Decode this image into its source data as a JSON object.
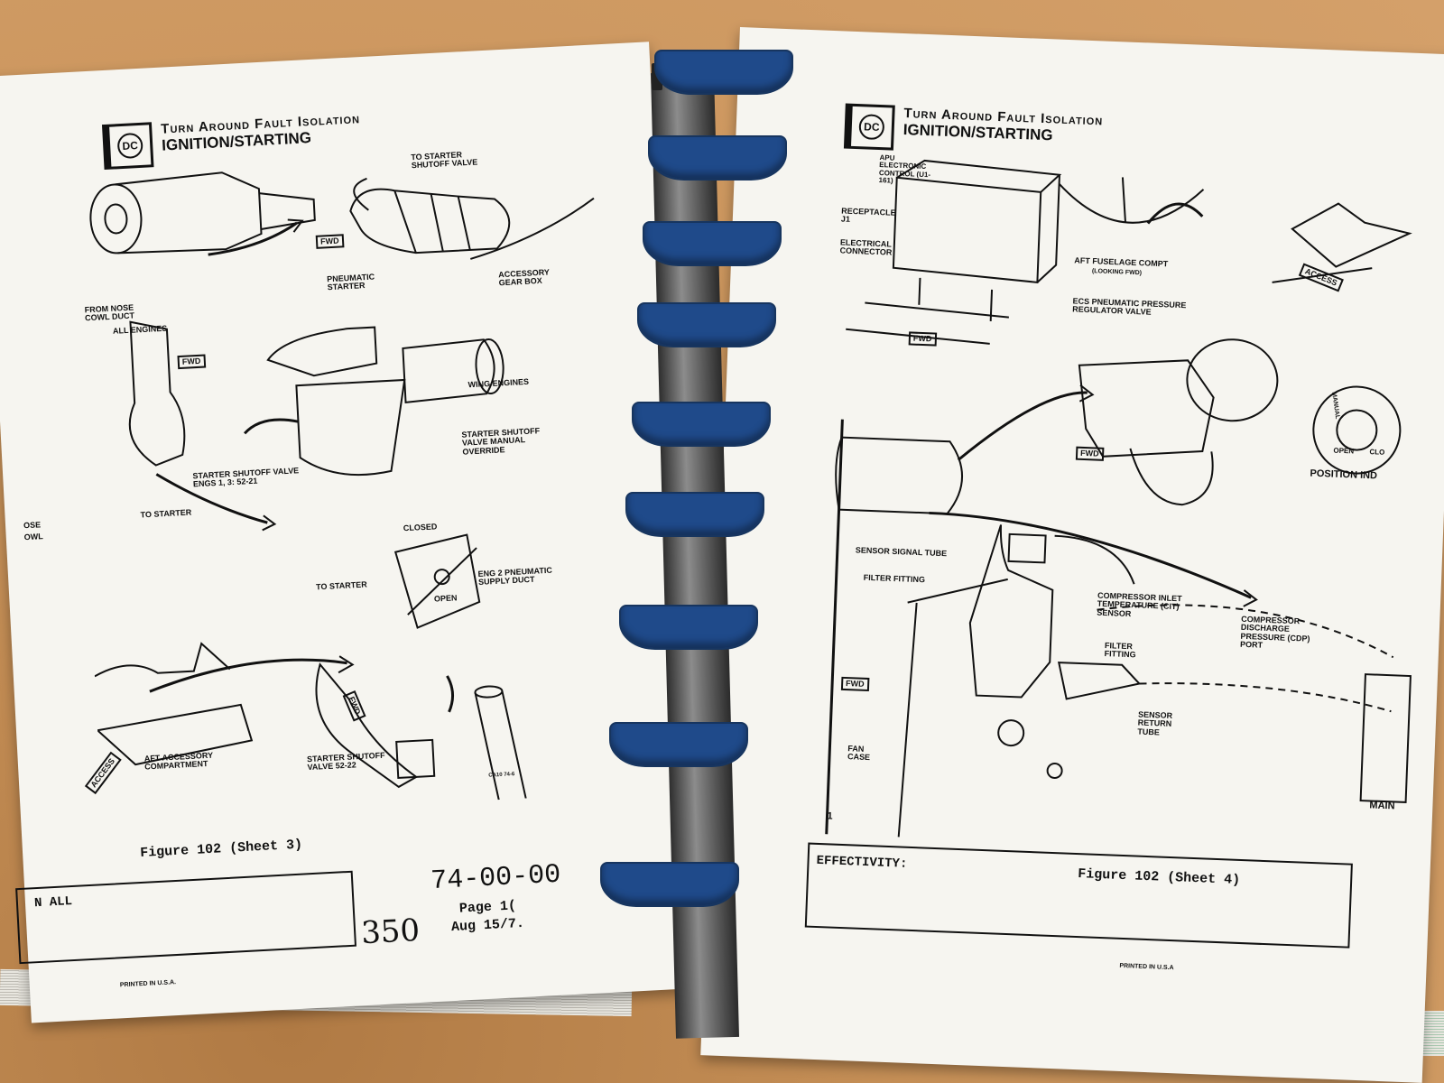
{
  "left_page": {
    "header": {
      "title": "Turn Around Fault Isolation",
      "subtitle": "IGNITION/STARTING",
      "logo": "DC"
    },
    "labels": {
      "all_engines": "ALL ENGINES",
      "to_starter_shutoff_valve": "TO STARTER SHUTOFF VALVE",
      "fwd_1": "FWD",
      "pneumatic_starter": "PNEUMATIC STARTER",
      "accessory_gear_box": "ACCESSORY GEAR BOX",
      "from_nose_cowl_duct": "FROM NOSE COWL DUCT",
      "fwd_2": "FWD",
      "wing_engines": "WING ENGINES",
      "starter_shutoff_valve_engs": "STARTER SHUTOFF VALVE ENGS 1, 3: 52-21",
      "to_starter": "TO STARTER",
      "manual_override": "STARTER SHUTOFF VALVE MANUAL OVERRIDE",
      "closed": "CLOSED",
      "open": "OPEN",
      "to_starter_2": "TO STARTER",
      "eng2_supply_duct": "ENG 2 PNEUMATIC SUPPLY DUCT",
      "aft_accessory_compartment": "AFT ACCESSORY COMPARTMENT",
      "access": "ACCESS",
      "fwd_3": "FWD",
      "starter_shutoff_valve_52_22": "STARTER SHUTOFF VALVE 52-22",
      "ca_code": "CA10 74-6",
      "partial_hose": "OSE",
      "partial_owl": "OWL"
    },
    "figure_caption": "Figure 102 (Sheet 3)",
    "effectivity_partial": "N ALL",
    "doc_number": "74-00-00",
    "page_line": "Page 1(",
    "date_line": "Aug 15/7.",
    "handwritten": "350",
    "printed": "PRINTED IN U.S.A."
  },
  "right_page": {
    "header": {
      "title": "Turn Around Fault Isolation",
      "subtitle": "IGNITION/STARTING",
      "logo": "DC"
    },
    "labels": {
      "apu_control": "APU ELECTRONIC CONTROL (U1-161)",
      "receptacle": "RECEPTACLE J1",
      "electrical_connector": "ELECTRICAL CONNECTOR",
      "aft_fuselage": "AFT FUSELAGE COMPT",
      "looking_fwd": "(LOOKING FWD)",
      "access": "ACCESS",
      "ecs_valve": "ECS PNEUMATIC PRESSURE REGULATOR VALVE",
      "manual": "MANUAL",
      "open": "OPEN",
      "close_partial": "CLO",
      "position_ind": "POSITION IND",
      "fwd_1": "FWD",
      "fwd_2": "FWD",
      "sensor_signal_tube": "SENSOR SIGNAL TUBE",
      "filter_fitting_1": "FILTER FITTING",
      "cit_sensor": "COMPRESSOR INLET TEMPERATURE (CIT) SENSOR",
      "cdp_port": "COMPRESSOR DISCHARGE PRESSURE (CDP) PORT",
      "filter_fitting_2": "FILTER FITTING",
      "sensor_return_tube": "SENSOR RETURN TUBE",
      "fwd_3": "FWD",
      "fan_case": "FAN CASE",
      "main_partial": "MAIN",
      "item_1": "1"
    },
    "figure_caption": "Figure 102 (Sheet 4)",
    "effectivity": "EFFECTIVITY:",
    "printed": "PRINTED IN U.S.A"
  }
}
